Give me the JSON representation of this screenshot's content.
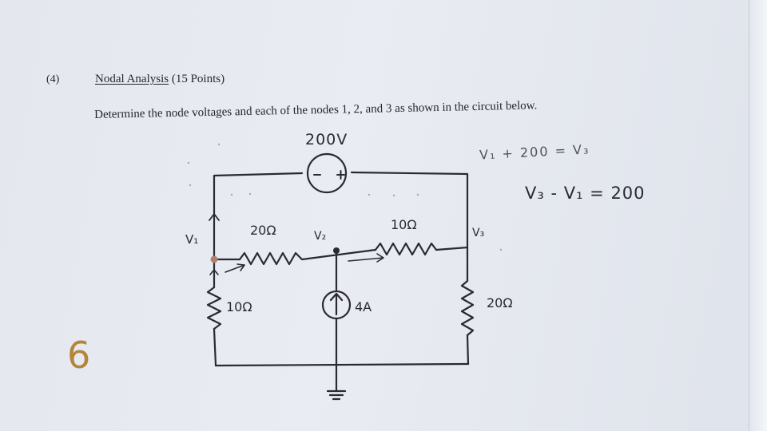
{
  "problem": {
    "number": "(4)",
    "title": "Nodal Analysis",
    "points": "(15 Points)",
    "instruction": "Determine the node voltages and each of the nodes 1, 2, and 3 as shown in the circuit below."
  },
  "handwriting": {
    "source_voltage": "200V",
    "equation_1": "V₁ + 200 = V₃",
    "equation_2": "V₃ - V₁ = 200",
    "node_labels": [
      "V₁",
      "V₂",
      "V₃"
    ],
    "resistor_labels": [
      "20Ω",
      "10Ω",
      "10Ω",
      "20Ω"
    ],
    "current_source_label": "4A",
    "score": "6"
  },
  "colors": {
    "ink": "#2a2a30",
    "pencil_mark": "#b5853a",
    "node_dot": "#b08070"
  }
}
